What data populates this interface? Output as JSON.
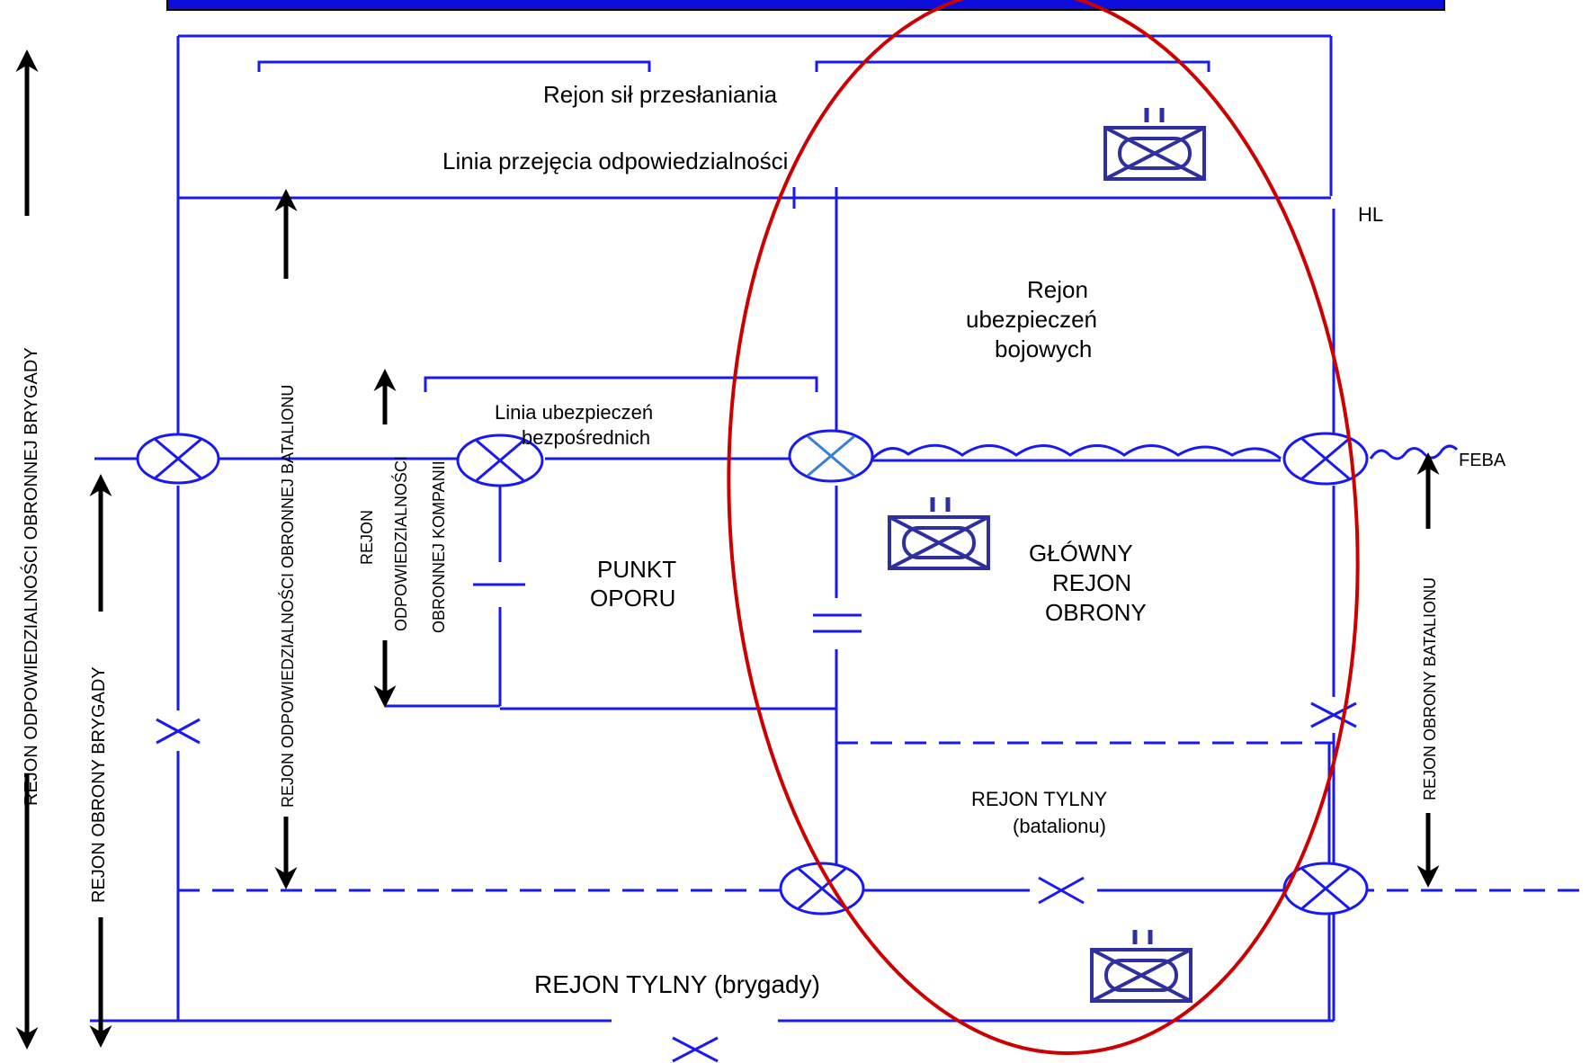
{
  "colors": {
    "line": "#1a1aee",
    "header_bar": "#0d0ddc",
    "header_border": "#000000",
    "ellipse": "#cc0000",
    "unit_symbol": "#2f2f9f",
    "arrows": "#000000"
  },
  "labels": {
    "covering_force_area": "Rejon sił przesłaniania",
    "handover_line": "Linia przejęcia odpowiedzialności",
    "hl": "HL",
    "security_area_1": "Rejon",
    "security_area_2": "ubezpieczeń",
    "security_area_3": "bojowych",
    "outpost_line_1": "Linia ubezpieczeń",
    "outpost_line_2": "bezpośrednich",
    "feba": "FEBA",
    "strongpoint_1": "PUNKT",
    "strongpoint_2": "OPORU",
    "main_defense_1": "GŁÓWNY",
    "main_defense_2": "REJON",
    "main_defense_3": "OBRONY",
    "bn_rear_1": "REJON TYLNY",
    "bn_rear_2": "(batalionu)",
    "bde_rear": "REJON TYLNY (brygady)",
    "bde_aor_vertical": "REJON ODPOWIEDZIALNOŚCI OBRONNEJ BRYGADY",
    "bde_defense_vertical": "REJON OBRONY BRYGADY",
    "bn_aor_vertical": "REJON ODPOWIEDZIALNOŚCI OBRONNEJ BATALIONU",
    "coy_aor_vertical_1": "REJON",
    "coy_aor_vertical_2": "ODPOWIEDZIALNOŚCI",
    "coy_aor_vertical_3": "OBRONNEJ  KOMPANII",
    "bn_defense_vertical": "REJON OBRONY BATALIONU"
  },
  "icons": {
    "contact_point": "circle-with-x-icon",
    "boundary_marker": "x-boundary-icon",
    "armored_unit": "armored-unit-symbol-icon",
    "arrow": "double-headed-arrow-icon"
  }
}
